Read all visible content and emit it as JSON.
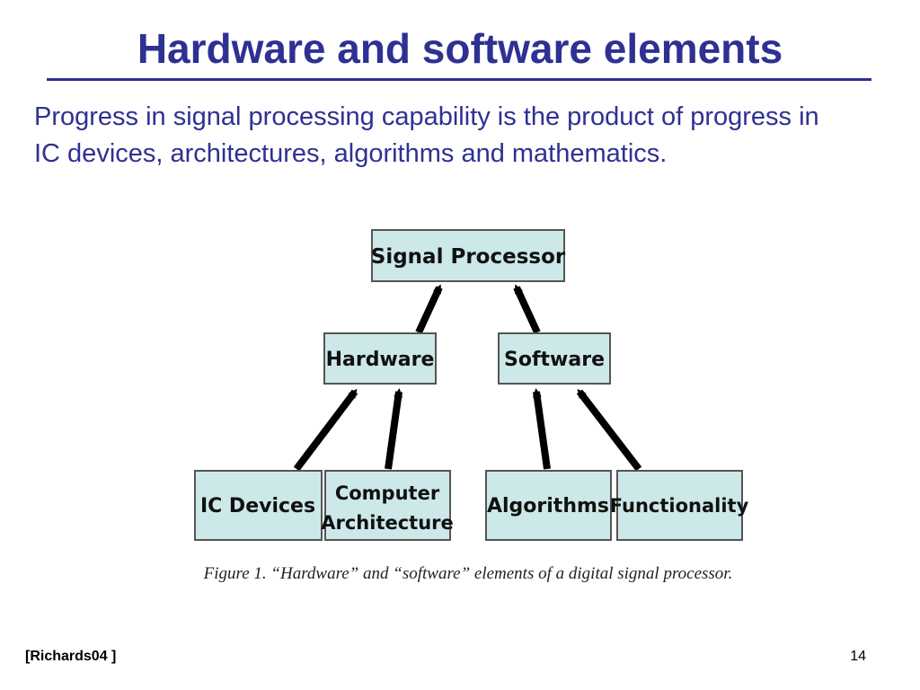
{
  "slide": {
    "title": "Hardware and software elements",
    "body": "Progress in signal processing capability is the product of progress in IC devices, architectures, algorithms and mathematics.",
    "footer_citation": "[Richards04 ]",
    "page_number": "14"
  },
  "diagram": {
    "node_fill": "#cde8e8",
    "node_stroke": "#555555",
    "arrow_color": "#000000",
    "nodes": {
      "signal_processor": "Signal Processor",
      "hardware": "Hardware",
      "software": "Software",
      "ic_devices": "IC Devices",
      "computer_architecture_line1": "Computer",
      "computer_architecture_line2": "Architecture",
      "algorithms": "Algorithms",
      "functionality": "Functionality"
    },
    "caption": "Figure 1.  “Hardware” and “software” elements of a digital signal processor."
  }
}
